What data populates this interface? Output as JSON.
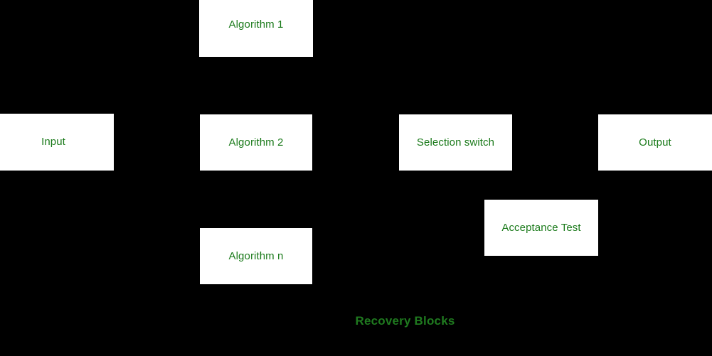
{
  "diagram": {
    "caption": "Recovery Blocks",
    "background_color": "#000000",
    "node_fill_color": "#ffffff",
    "node_text_color": "#1a7a1a",
    "caption_color": "#1f7a1f",
    "nodes": [
      {
        "id": "algorithm-1",
        "label": "Algorithm 1"
      },
      {
        "id": "input",
        "label": "Input"
      },
      {
        "id": "algorithm-2",
        "label": "Algorithm 2"
      },
      {
        "id": "selection-switch",
        "label": "Selection switch"
      },
      {
        "id": "output",
        "label": "Output"
      },
      {
        "id": "acceptance-test",
        "label": "Acceptance Test"
      },
      {
        "id": "algorithm-n",
        "label": "Algorithm n"
      }
    ]
  }
}
